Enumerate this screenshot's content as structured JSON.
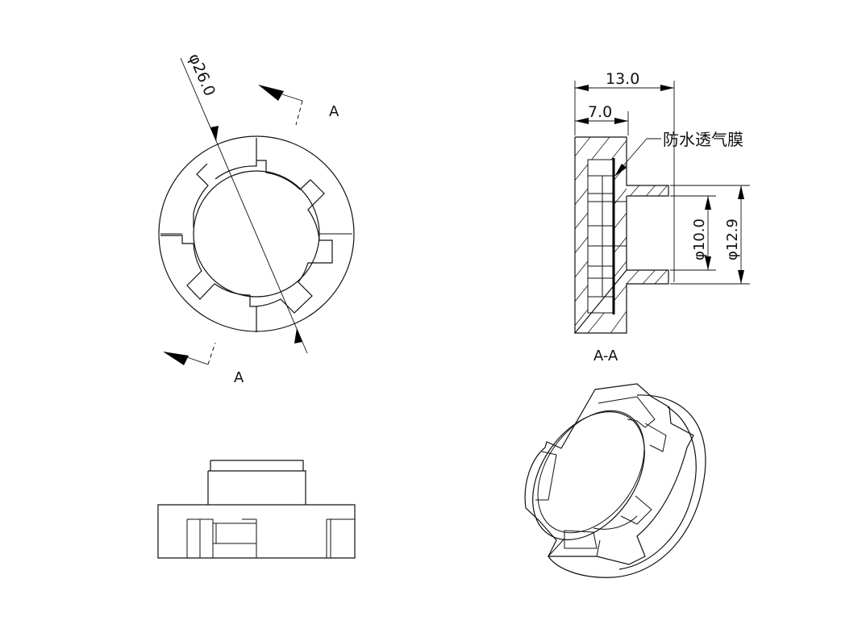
{
  "front_view": {
    "diameter_label": "φ26.0",
    "section_label_top": "A",
    "section_label_bottom": "A"
  },
  "section_view": {
    "title": "A-A",
    "dim_overall_width": "13.0",
    "dim_step_width": "7.0",
    "dim_inner_dia": "φ10.0",
    "dim_outer_dia": "φ12.9",
    "membrane_callout": "防水透气膜"
  }
}
